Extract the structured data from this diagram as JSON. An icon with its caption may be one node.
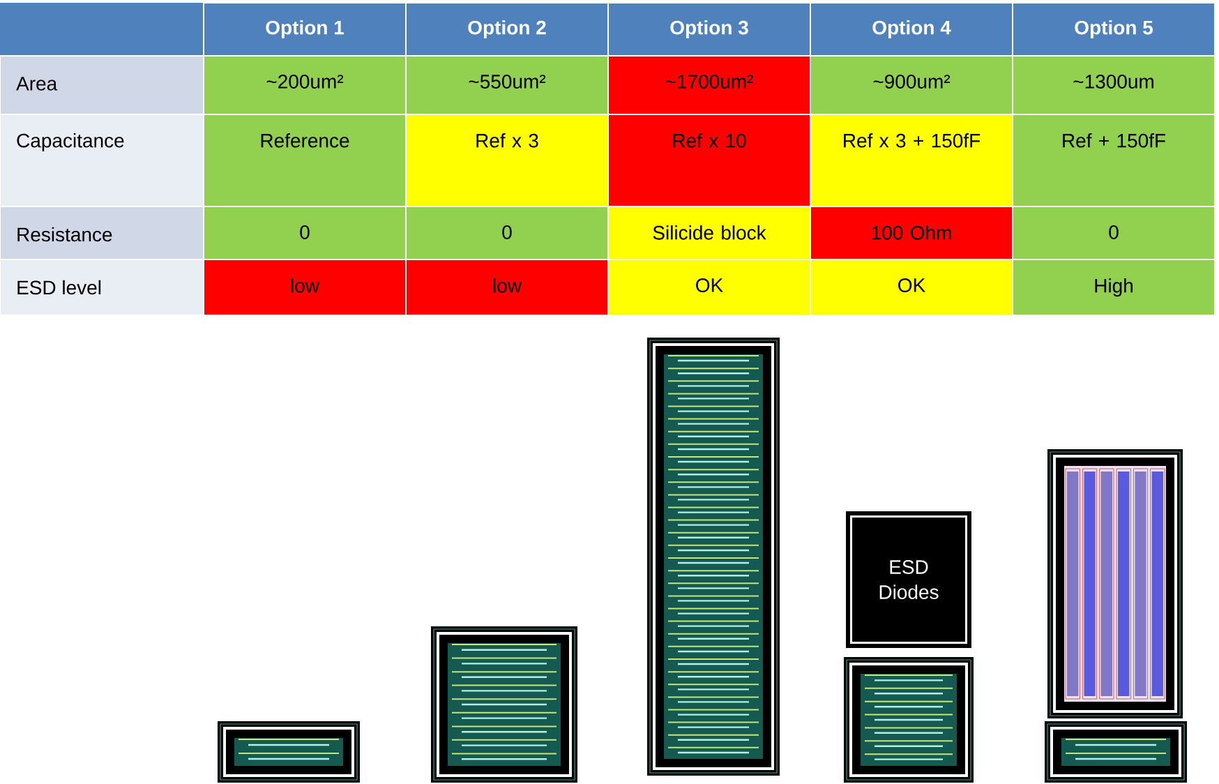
{
  "diagram": {
    "nodes": [
      {
        "text": [
          "ESD Diodes"
        ]
      }
    ],
    "labels": [
      "Option 1",
      "Option 2",
      "Option 3",
      "Option 4",
      "Option 5",
      "Area",
      "~200um²",
      "~550um²",
      "~1700um²",
      "~900um²",
      "~1300um",
      "Capacitance",
      "Reference",
      "Ref x 3",
      "Ref x 10",
      "Ref x 3 + 150fF",
      "Ref + 150fF",
      "Resistance",
      "0",
      "0",
      "Silicide block",
      "100 Ohm",
      "0",
      "ESD level",
      "low",
      "low",
      "OK",
      "OK",
      "High"
    ]
  }
}
